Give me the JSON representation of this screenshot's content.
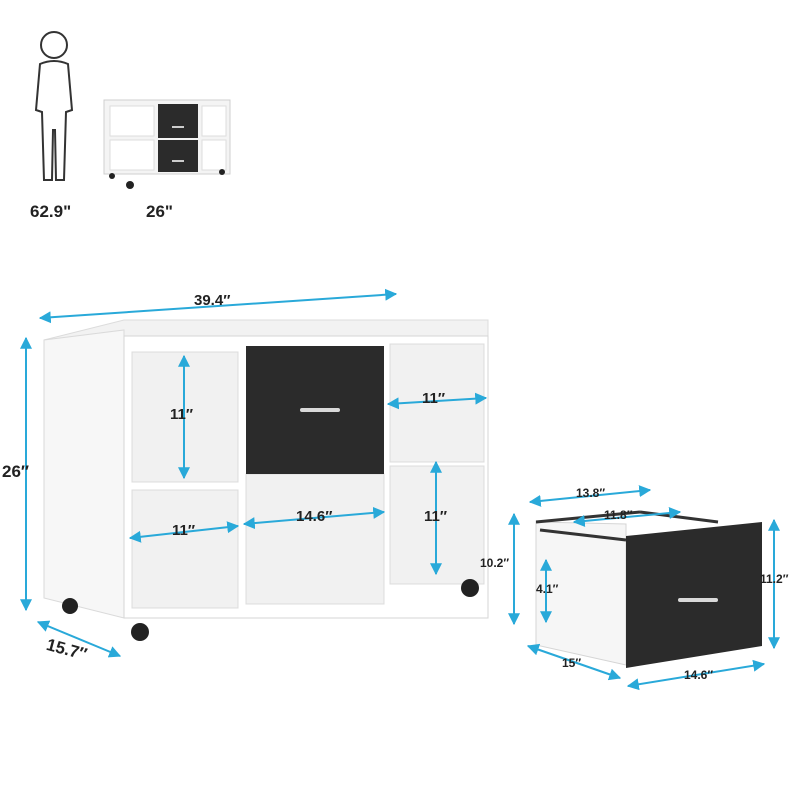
{
  "scale_figure": {
    "person_height": "62.9\"",
    "cabinet_height": "26\""
  },
  "cabinet": {
    "width": "39.4″",
    "height": "26″",
    "depth": "15.7″",
    "cubby_left_top_height": "11″",
    "cubby_right_top_width": "11″",
    "cubby_left_bottom_width": "11″",
    "cubby_center_bottom_width": "14.6″",
    "cubby_right_bottom_height": "11″"
  },
  "drawer": {
    "outer_width": "13.8″",
    "inner_width": "11.8″",
    "side_height": "10.2″",
    "inner_height": "4.1″",
    "front_height": "11.2″",
    "depth": "15″",
    "front_width": "14.6″"
  },
  "colors": {
    "dimension_line": "#29a9d9",
    "panel_white": "#ffffff",
    "drawer_black": "#2b2b2b"
  }
}
